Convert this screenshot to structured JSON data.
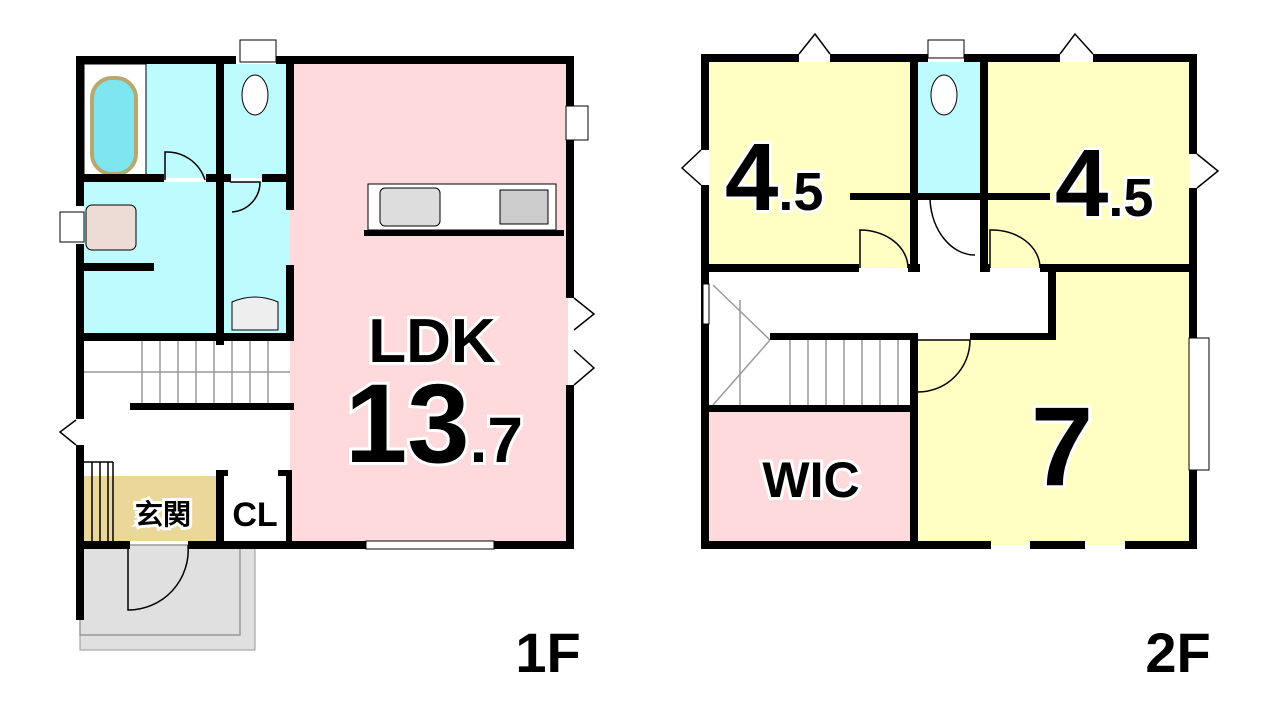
{
  "colors": {
    "wet": "#bdfbff",
    "ldk": "#ffdadd",
    "bedroom": "#ffffc4",
    "wic": "#ffdadd",
    "genkan": "#ecd79b",
    "porch": "#e0e0e0"
  },
  "floor1": {
    "label": "1F",
    "ldk": {
      "name": "LDK",
      "size_int": "13",
      "size_dec": ".7"
    },
    "genkan": "玄関",
    "closet": "CL"
  },
  "floor2": {
    "label": "2F",
    "bedroom_left": {
      "size_int": "4",
      "size_dec": ".5"
    },
    "bedroom_right": {
      "size_int": "4",
      "size_dec": ".5"
    },
    "bedroom_main": {
      "size_int": "7"
    },
    "wic": "WIC"
  }
}
